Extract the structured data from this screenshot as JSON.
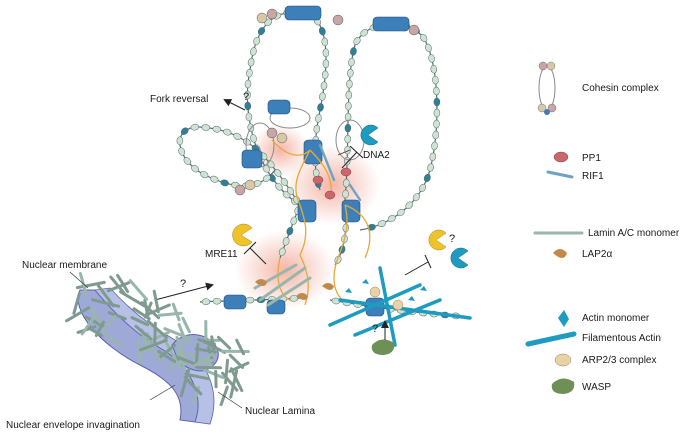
{
  "labels": {
    "fork_reversal": "Fork reversal",
    "dna2": "DNA2",
    "mre11": "MRE11",
    "nuclear_membrane": "Nuclear membrane",
    "nuclear_envelope_invagination": "Nuclear envelope invagination",
    "nuclear_lamina": "Nuclear Lamina",
    "question_mark": "?"
  },
  "legend": [
    {
      "key": "cohesin",
      "label": "Cohesin complex"
    },
    {
      "key": "pp1",
      "label": "PP1"
    },
    {
      "key": "rif1",
      "label": "RIF1"
    },
    {
      "key": "lamin",
      "label": "Lamin A/C monomer"
    },
    {
      "key": "lap2a",
      "label": "LAP2α"
    },
    {
      "key": "actin_monomer",
      "label": "Actin monomer"
    },
    {
      "key": "f_actin",
      "label": "Filamentous Actin"
    },
    {
      "key": "arp23",
      "label": "ARP2/3 complex"
    },
    {
      "key": "wasp",
      "label": "WASP"
    }
  ],
  "colors": {
    "dna_strand": "#5a6b75",
    "nucleosome_light": "#cfe3d2",
    "nucleosome_dark": "#2f7f97",
    "cohesin_ring": "#8a8a8a",
    "cohesin_head_tan": "#d9c8a8",
    "cohesin_head_pink": "#c9a6a6",
    "helicase_blue": "#3d7fb8",
    "fork_arm_orange": "#e8a838",
    "glow_pink": "#f3b6a8",
    "pp1": "#c8686e",
    "rif1": "#6fa3c3",
    "lamin": "#98b6ac",
    "lap2a": "#c08a4c",
    "actin": "#1e9bc0",
    "arp23": "#e7d3a6",
    "wasp": "#6e8f55",
    "mre11": "#f0c22a",
    "dna2": "#1e9bc0",
    "membrane": "#9fa9d8",
    "membrane_edge": "#5a63a6"
  }
}
